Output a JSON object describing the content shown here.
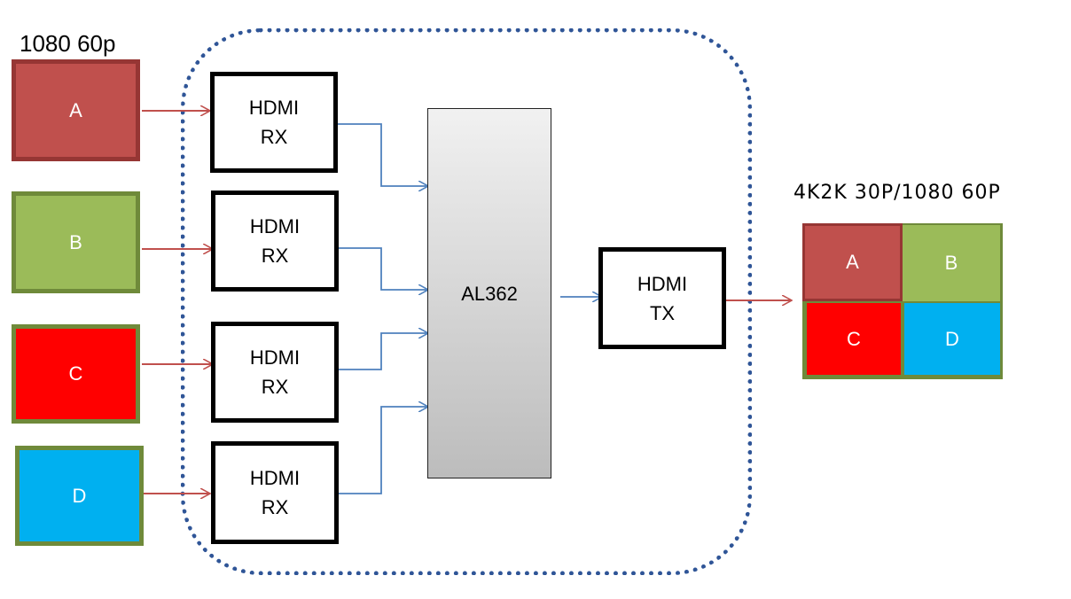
{
  "input_format": "1080 60p",
  "output_format": "4K2K 30P/1080 60P",
  "sources": [
    {
      "label": "A",
      "fill": "#c0504d",
      "border": "#963634"
    },
    {
      "label": "B",
      "fill": "#9bbb59",
      "border": "#6f8a3a"
    },
    {
      "label": "C",
      "fill": "#ff0000",
      "border": "#6f8a3a"
    },
    {
      "label": "D",
      "fill": "#00b0f0",
      "border": "#6f8a3a"
    }
  ],
  "receivers": [
    {
      "line1": "HDMI",
      "line2": "RX"
    },
    {
      "line1": "HDMI",
      "line2": "RX"
    },
    {
      "line1": "HDMI",
      "line2": "RX"
    },
    {
      "line1": "HDMI",
      "line2": "RX"
    }
  ],
  "chip": {
    "label": "AL362"
  },
  "transmitter": {
    "line1": "HDMI",
    "line2": "TX"
  },
  "output_quadrants": [
    {
      "label": "A",
      "fill": "#c0504d"
    },
    {
      "label": "B",
      "fill": "#9bbb59"
    },
    {
      "label": "C",
      "fill": "#ff0000"
    },
    {
      "label": "D",
      "fill": "#00b0f0"
    }
  ],
  "colors": {
    "input_arrow": "#c0504d",
    "internal_arrow": "#4f81bd",
    "frame": "#2f5597"
  }
}
